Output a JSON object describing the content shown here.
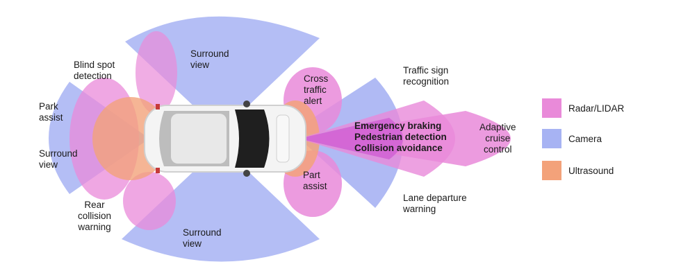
{
  "labels": {
    "surround_top": "Surround\nview",
    "blind_spot": "Blind spot\ndetection",
    "park_assist": "Park\nassist",
    "surround_left": "Surround\nview",
    "rear_collision": "Rear\ncollision\nwarning",
    "surround_bottom": "Surround\nview",
    "cross_traffic": "Cross\ntraffic\nalert",
    "traffic_sign": "Traffic sign\nrecognition",
    "front_center": "Emergency braking\nPedestrian detection\nCollision avoidance",
    "adaptive_cruise": "Adaptive\ncruise\ncontrol",
    "part_assist": "Part\nassist",
    "lane_departure": "Lane departure\nwarning"
  },
  "legend": [
    {
      "label": "Radar/LIDAR",
      "color": "#e98ad9"
    },
    {
      "label": "Camera",
      "color": "#a7b3f3"
    },
    {
      "label": "Ultrasound",
      "color": "#f3a27a"
    }
  ],
  "colors": {
    "radar": "#e98ad9",
    "camera": "#a7b3f3",
    "ultrasound": "#f3a27a",
    "car_body": "#f4f4f4",
    "car_glass": "#1f1f1f"
  }
}
